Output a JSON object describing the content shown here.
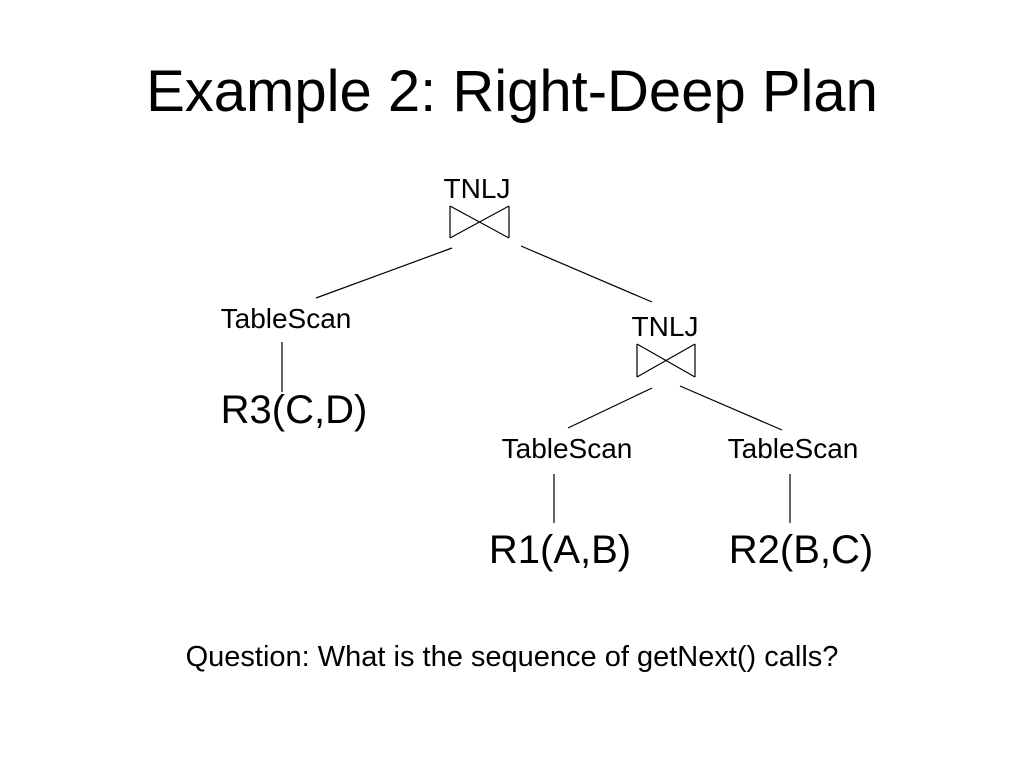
{
  "slide": {
    "title": "Example 2: Right-Deep Plan",
    "question": "Question: What is the sequence of getNext() calls?"
  },
  "plan": {
    "root": {
      "label": "TNLJ",
      "left": {
        "label": "TableScan",
        "relation": "R3(C,D)"
      },
      "right": {
        "label": "TNLJ",
        "left": {
          "label": "TableScan",
          "relation": "R1(A,B)"
        },
        "right": {
          "label": "TableScan",
          "relation": "R2(B,C)"
        }
      }
    }
  },
  "colors": {
    "background": "#ffffff",
    "text": "#000000",
    "lines": "#000000"
  },
  "icons": {
    "join": "bowtie-join-symbol"
  }
}
